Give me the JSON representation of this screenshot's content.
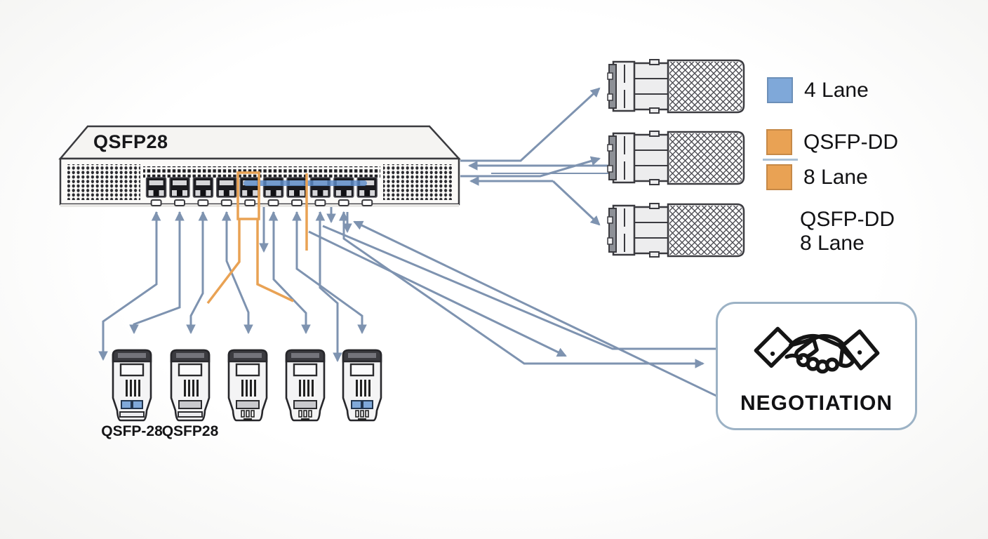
{
  "colors": {
    "arrow_blue": "#7e93b0",
    "accent_orange": "#e9a254",
    "lane_blue": "#7fa8d9",
    "highlight_bar_blue": "#5e8ecb",
    "box_border": "#9cb2c5",
    "ink": "#121214"
  },
  "switch": {
    "label": "QSFP28",
    "port_count": 10
  },
  "right_modules": {
    "count": 3
  },
  "legend": {
    "lane4_label": "4 Lane",
    "qsfpdd_label": "QSFP-DD",
    "lane8_label": "8 Lane"
  },
  "qsfpdd_caption": {
    "line1": "QSFP-DD",
    "line2": "8 Lane"
  },
  "negotiation": {
    "label": "NEGOTIATION"
  },
  "bottom_modules": [
    {
      "label": "QSFP-28",
      "accent": true,
      "slots": false
    },
    {
      "label": "QSFP28",
      "accent": false,
      "slots": false
    },
    {
      "label": "",
      "accent": false,
      "slots": true
    },
    {
      "label": "",
      "accent": false,
      "slots": true
    },
    {
      "label": "",
      "accent": true,
      "slots": true
    }
  ]
}
